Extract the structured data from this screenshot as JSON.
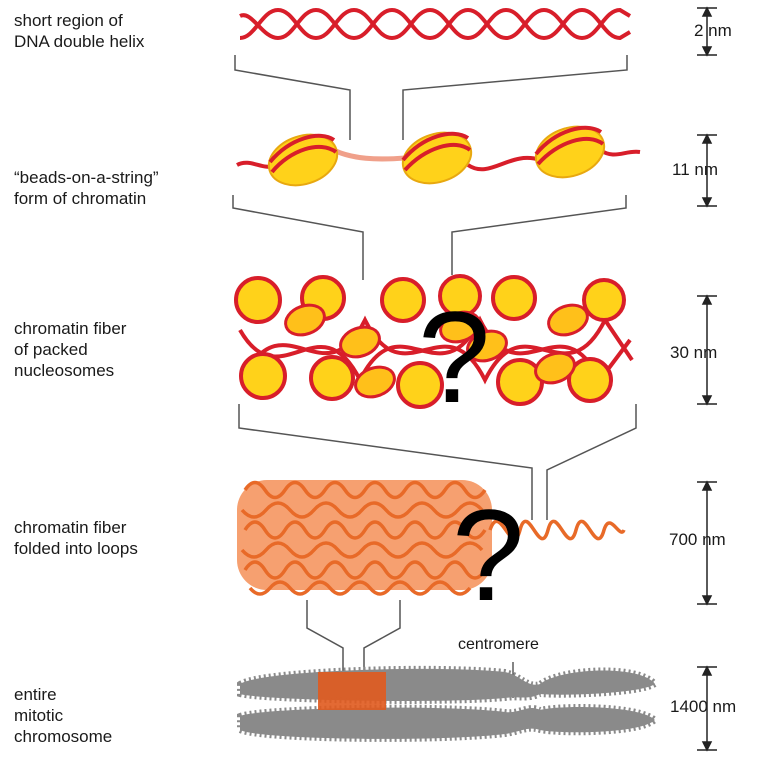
{
  "levels": [
    {
      "label_lines": [
        "short region of",
        "DNA double helix"
      ],
      "scale": "2 nm"
    },
    {
      "label_lines": [
        "“beads-on-a-string”",
        "form of chromatin"
      ],
      "scale": "11 nm"
    },
    {
      "label_lines": [
        "chromatin fiber",
        "of packed",
        "nucleosomes"
      ],
      "scale": "30 nm"
    },
    {
      "label_lines": [
        "chromatin fiber",
        "folded into loops"
      ],
      "scale": "700 nm"
    },
    {
      "label_lines": [
        "entire",
        "mitotic",
        "chromosome"
      ],
      "scale": "1400 nm"
    }
  ],
  "centromere_label": "centromere",
  "question_marks": [
    "?",
    "?"
  ],
  "colors": {
    "dna_red": "#d81e2a",
    "histone_yellow": "#ffd21a",
    "histone_orange": "#f0a818",
    "loop_orange": "#e86a28",
    "linker_pink": "#f0a08a",
    "chromosome_gray": "#8a8a8a",
    "band_orange": "#e05a1e",
    "connector_gray": "#555555"
  }
}
